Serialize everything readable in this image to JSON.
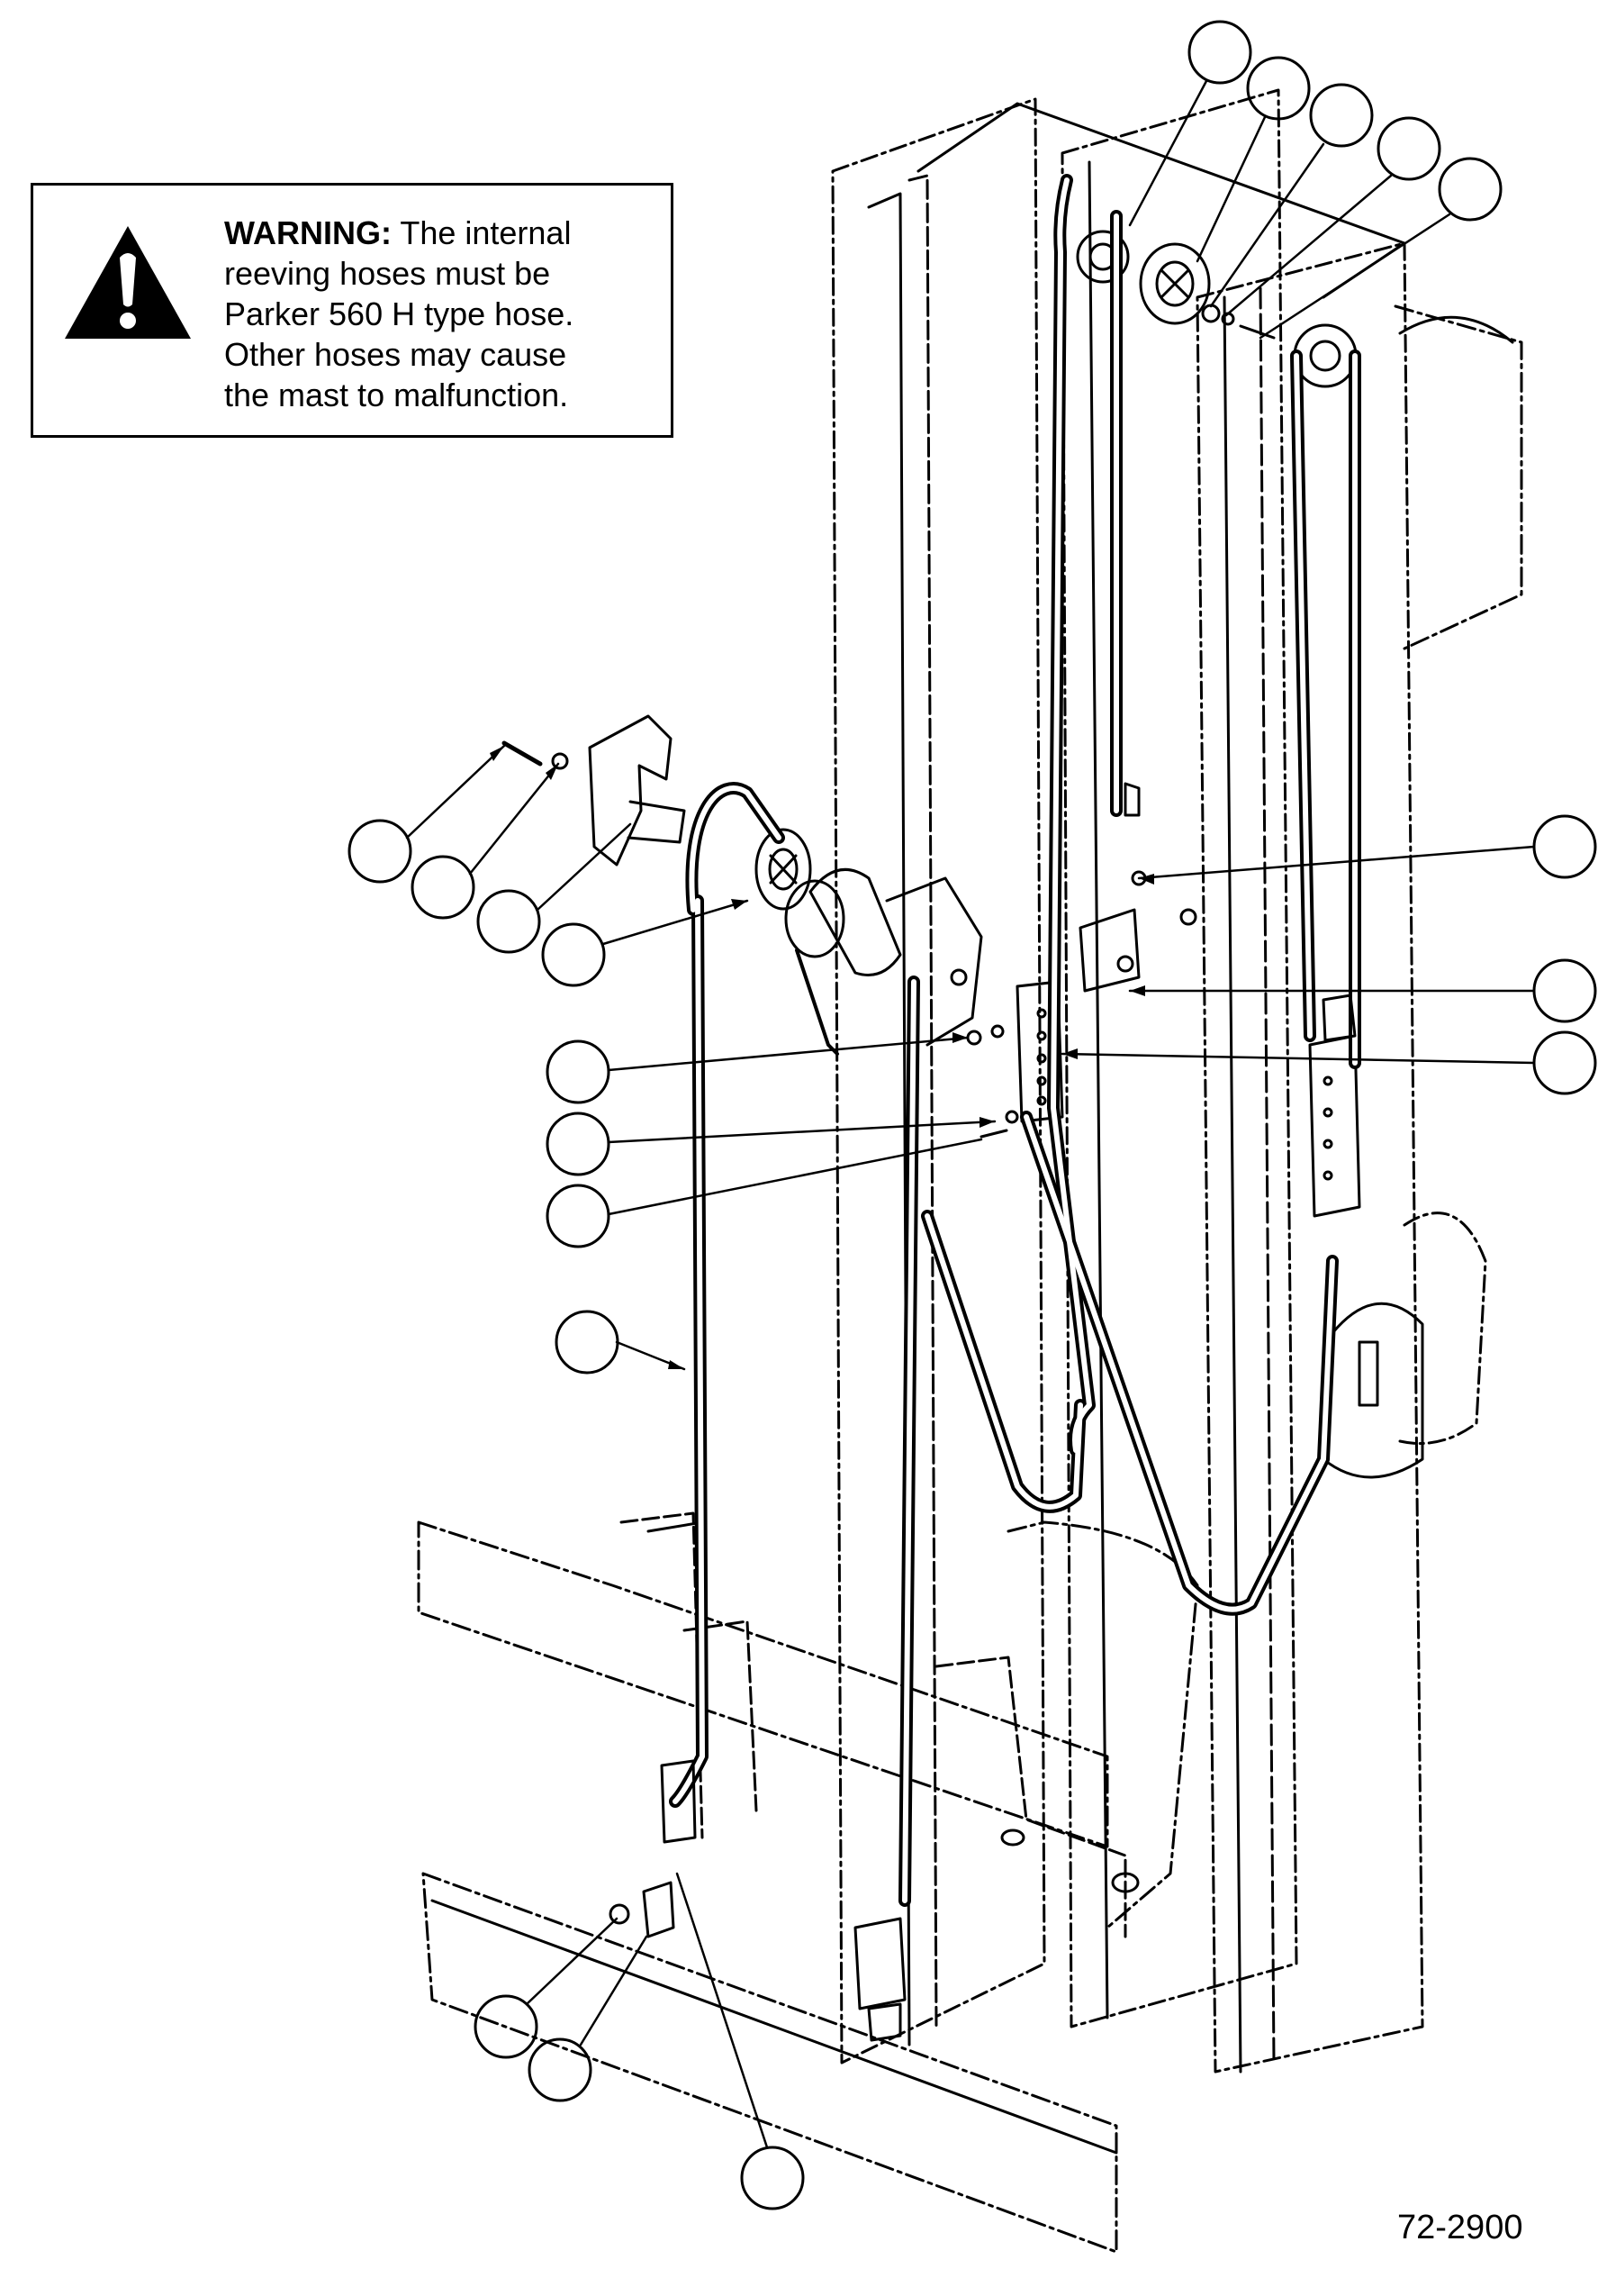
{
  "warning": {
    "icon": "warning-triangle-icon",
    "label": "WARNING:",
    "line1": "The internal",
    "line2": "reeving hoses must be",
    "line3": "Parker 560 H type hose.",
    "line4": "Other hoses may cause",
    "line5": "the mast to malfunction."
  },
  "figure": {
    "number": "72-2900"
  },
  "colors": {
    "ink": "#000000",
    "paper": "#ffffff"
  }
}
